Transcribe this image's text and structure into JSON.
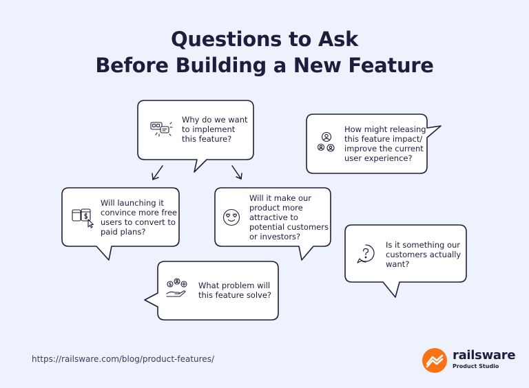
{
  "title": {
    "line1": "Questions to Ask",
    "line2": "Before Building a New Feature"
  },
  "questions": [
    {
      "id": "why",
      "lines": [
        "Why do we want",
        "to implement",
        "this feature?"
      ],
      "icon": "devices-sparkle-icon",
      "accent": "#3b82f6"
    },
    {
      "id": "impact",
      "lines": [
        "How might releasing",
        "this feature impact/",
        "improve the current",
        "user experience?"
      ],
      "icon": "users-icon",
      "accent": "#f59e0b"
    },
    {
      "id": "convince",
      "lines": [
        "Will launching it",
        "convince more free",
        "users to convert to",
        "paid plans?"
      ],
      "icon": "coins-cursor-icon",
      "accent": "#3b82f6"
    },
    {
      "id": "attractive",
      "lines": [
        "Will it make our",
        "product more",
        "attractive to",
        "potential customers",
        "or investors?"
      ],
      "icon": "heart-eyes-icon",
      "accent": "#3b82f6"
    },
    {
      "id": "want",
      "lines": [
        "Is it something our",
        "customers actually",
        "want?"
      ],
      "icon": "question-bubble-icon",
      "accent": "#6366f1"
    },
    {
      "id": "problem",
      "lines": [
        "What problem will",
        "this feature solve?"
      ],
      "icon": "hand-coins-icon",
      "accent": "#84cc16"
    }
  ],
  "footer": {
    "url": "https://railsware.com/blog/product-features/",
    "brand": "railsware",
    "brand_sub": "Product Studio",
    "brand_color": "#f97316"
  }
}
